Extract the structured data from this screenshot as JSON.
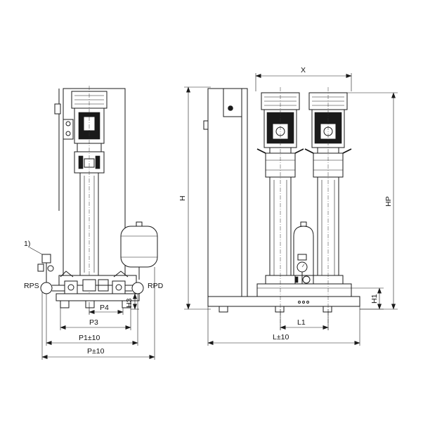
{
  "labels": {
    "note_1": "1)",
    "rps": "RPS",
    "rpd": "RPD",
    "p4": "P4",
    "h3": "H3",
    "p3": "P3",
    "p1": "P1±10",
    "p": "P±10",
    "x": "X",
    "h": "H",
    "hp": "HP",
    "h1": "H1",
    "l1": "L1",
    "l": "L±10"
  }
}
